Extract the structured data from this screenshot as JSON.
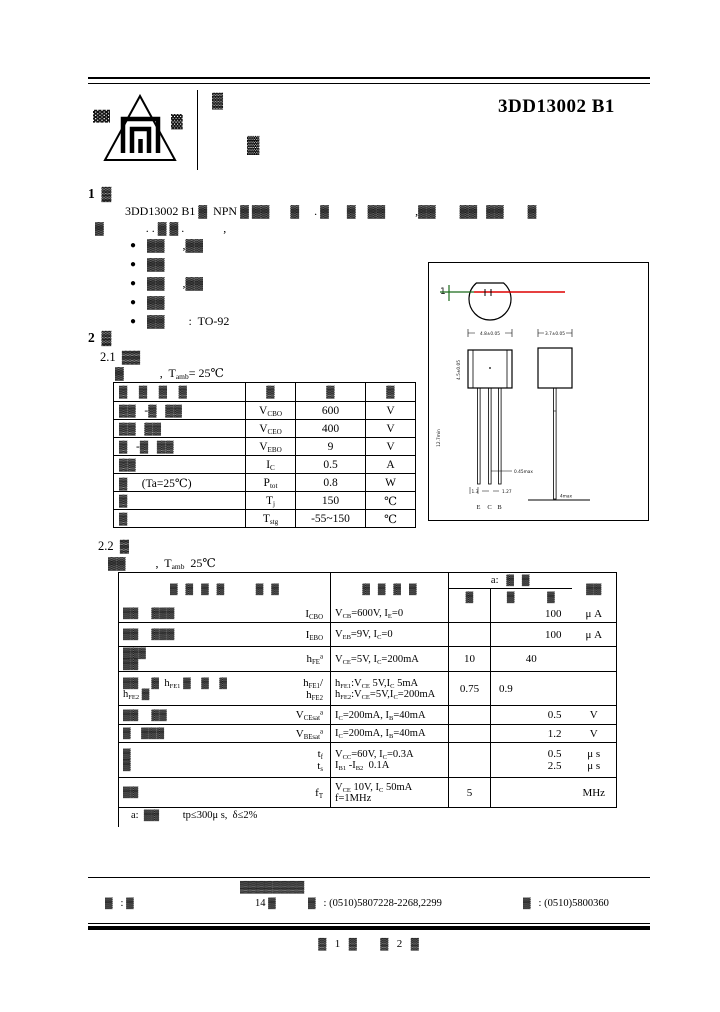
{
  "header": {
    "part_number": "3DD13002 B1",
    "logo_left_glyphs": "▓▓",
    "logo_right_glyphs": "▓▓",
    "blob1": "▓",
    "blob2": "▓"
  },
  "sec1": {
    "heading": "1  ▓",
    "para1": "3DD13002 B1 ▓  NPN ▓ ▓▓       ▓     . ▓      ▓    ▓▓          ,▓▓        ▓▓   ▓▓        ▓",
    "para2": "▓              . . ▓ ▓ .             ,",
    "bullet_icon": "●",
    "bullets": [
      "▓▓      ,▓▓",
      "▓▓",
      "▓▓      ,▓▓",
      "▓▓",
      "▓▓        :  TO-92"
    ]
  },
  "sec2": {
    "heading": "2  ▓",
    "s21": "2.1  ▓▓",
    "note1": "▓            ,  T~amb~= 25℃",
    "s22": "2.2  ▓",
    "note2": "▓▓          ,  T~amb~  25℃"
  },
  "t1": {
    "headers": {
      "name": "▓    ▓    ▓    ▓",
      "symbol": "▓",
      "value": "▓",
      "unit": "▓"
    },
    "rows": [
      {
        "name": "▓▓   -▓   ▓▓",
        "symbol": "V~CBO~",
        "value": "600",
        "unit": "V"
      },
      {
        "name": "▓▓   ▓▓",
        "symbol": "V~CEO~",
        "value": "400",
        "unit": "V"
      },
      {
        "name": "▓   -▓   ▓▓",
        "symbol": "V~EBO~",
        "value": "9",
        "unit": "V"
      },
      {
        "name": "▓▓",
        "symbol": "I~C~",
        "value": "0.5",
        "unit": "A"
      },
      {
        "name": "▓     (Ta=25℃)",
        "symbol": "P~tot~",
        "value": "0.8",
        "unit": "W"
      },
      {
        "name": "▓",
        "symbol": "T~j~",
        "value": "150",
        "unit": "℃"
      },
      {
        "name": "▓",
        "symbol": "T~stg~",
        "value": "-55~150",
        "unit": "℃"
      }
    ]
  },
  "t2": {
    "header": {
      "name_sym": "▓   ▓   ▓   ▓            ▓   ▓",
      "cond": "▓   ▓   ▓   ▓",
      "group": "a:   ▓   ▓",
      "min": "▓",
      "typ": "▓",
      "max": "▓",
      "unit": "▓▓"
    },
    "rows": [
      {
        "name": "▓▓     ▓▓▓",
        "sym": "I~CBO~",
        "cond": "V~CB~=600V, I~E~=0",
        "min": "",
        "typ": "",
        "max": "100",
        "unit": "μ A"
      },
      {
        "name": "▓▓     ▓▓▓",
        "sym": "I~EBO~",
        "cond": "V~EB~=9V, I~C~=0",
        "min": "",
        "typ": "",
        "max": "100",
        "unit": "μ A"
      },
      {
        "name": "▓▓▓\n▓▓",
        "sym": "h~FE~^a^",
        "cond": "V~CE~=5V, I~C~=200mA",
        "min": "10",
        "typmax": "40",
        "unit": ""
      },
      {
        "name": "▓▓     ▓  h~FE1~ ▓    ▓    ▓\nh~FE2~ ▓",
        "sym": "h~FE1~/\nh~FE2~",
        "cond": "h~FE1~:V~CE~ 5V,I~C~ 5mA\nh~FE2~:V~CE~=5V,I~C~=200mA",
        "min": "0.75",
        "typ": "0.9",
        "max": "",
        "unit": ""
      },
      {
        "name": "▓▓     ▓▓",
        "sym": "V~CEsat~^a^",
        "cond": "I~C~=200mA, I~B~=40mA",
        "min": "",
        "typ": "",
        "max": "0.5",
        "unit": "V"
      },
      {
        "name": "▓    ▓▓▓",
        "sym": "V~BEsat~^a^",
        "cond": "I~C~=200mA, I~B~=40mA",
        "min": "",
        "typ": "",
        "max": "1.2",
        "unit": "V"
      },
      {
        "name": "▓\n▓",
        "sym": "t~f~\nt~s~",
        "cond": "V~CC~=60V, I~C~=0.3A\nI~B1~ -I~B2~  0.1A",
        "min": "",
        "typ": "",
        "max": "0.5\n2.5",
        "unit": "μ s\nμ s"
      },
      {
        "name": "▓▓",
        "sym": "f~T~",
        "cond": "V~CE~ 10V, I~C~ 50mA\nf=1MHz",
        "min": "5",
        "typ": "",
        "max": "",
        "unit": "MHz"
      }
    ],
    "footnote": "a:  ▓▓         tp≤300μ s,  δ≤2%"
  },
  "drawing": {
    "pin1_label": "1",
    "dim_front_top": "4.8±0.05",
    "dim_side_top": "3.7±0.05",
    "dim_body_h": "4.5±0.05",
    "dim_lead_len": "12.7min",
    "dim_lead_dia": "0.45max",
    "dim_pitch_left": "1.3",
    "dim_pitch": "1.27",
    "dim_stand": "4max",
    "pins": [
      "E",
      "C",
      "B"
    ],
    "colors": {
      "lead_line_red": "#dd0000",
      "pin1_green": "#1a6b1a"
    }
  },
  "footer": {
    "company": "▓▓▓▓▓▓▓▓",
    "addr_label": "▓   : ▓",
    "addr_num": "14 ▓",
    "tel": "▓   : (0510)5807228-2268,2299",
    "fax": "▓   : (0510)5800360",
    "page": "▓  1  ▓      ▓  2  ▓"
  }
}
